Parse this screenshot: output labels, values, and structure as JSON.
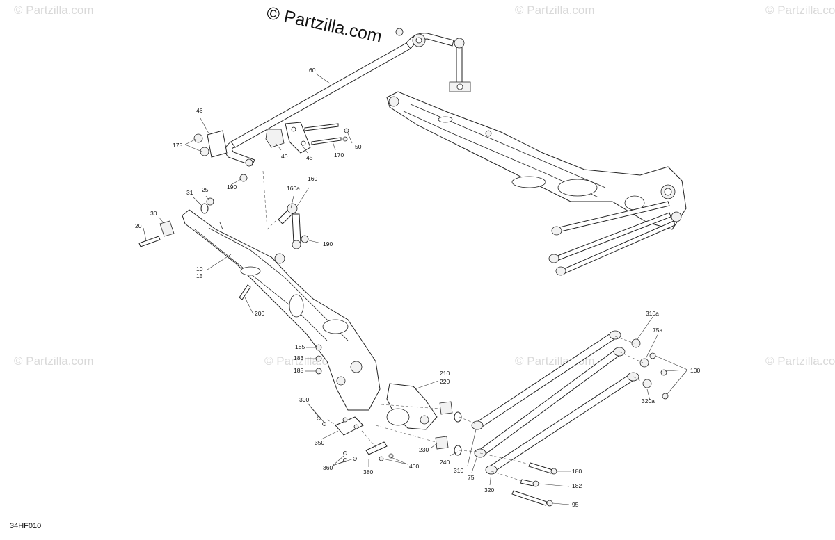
{
  "brand": {
    "text": "© Partzilla.com"
  },
  "watermark": {
    "text": "© Partzilla.com"
  },
  "diagram_code": "34HF010",
  "callouts": {
    "c60": "60",
    "c46": "46",
    "c175": "175",
    "c40": "40",
    "c45": "45",
    "c170": "170",
    "c50": "50",
    "c190a": "190",
    "c160a": "160a",
    "c160": "160",
    "c31": "31",
    "c25": "25",
    "c30": "30",
    "c20": "20",
    "c190b": "190",
    "c10": "10",
    "c15": "15",
    "c200": "200",
    "c185a": "185",
    "c183": "183",
    "c185b": "185",
    "c210": "210",
    "c220": "220",
    "c390": "390",
    "c350": "350",
    "c360": "360",
    "c380": "380",
    "c400": "400",
    "c230": "230",
    "c240": "240",
    "c310": "310",
    "c75": "75",
    "c320": "320",
    "c310a": "310a",
    "c75a": "75a",
    "c100": "100",
    "c320a": "320a",
    "c180": "180",
    "c182": "182",
    "c95": "95"
  }
}
